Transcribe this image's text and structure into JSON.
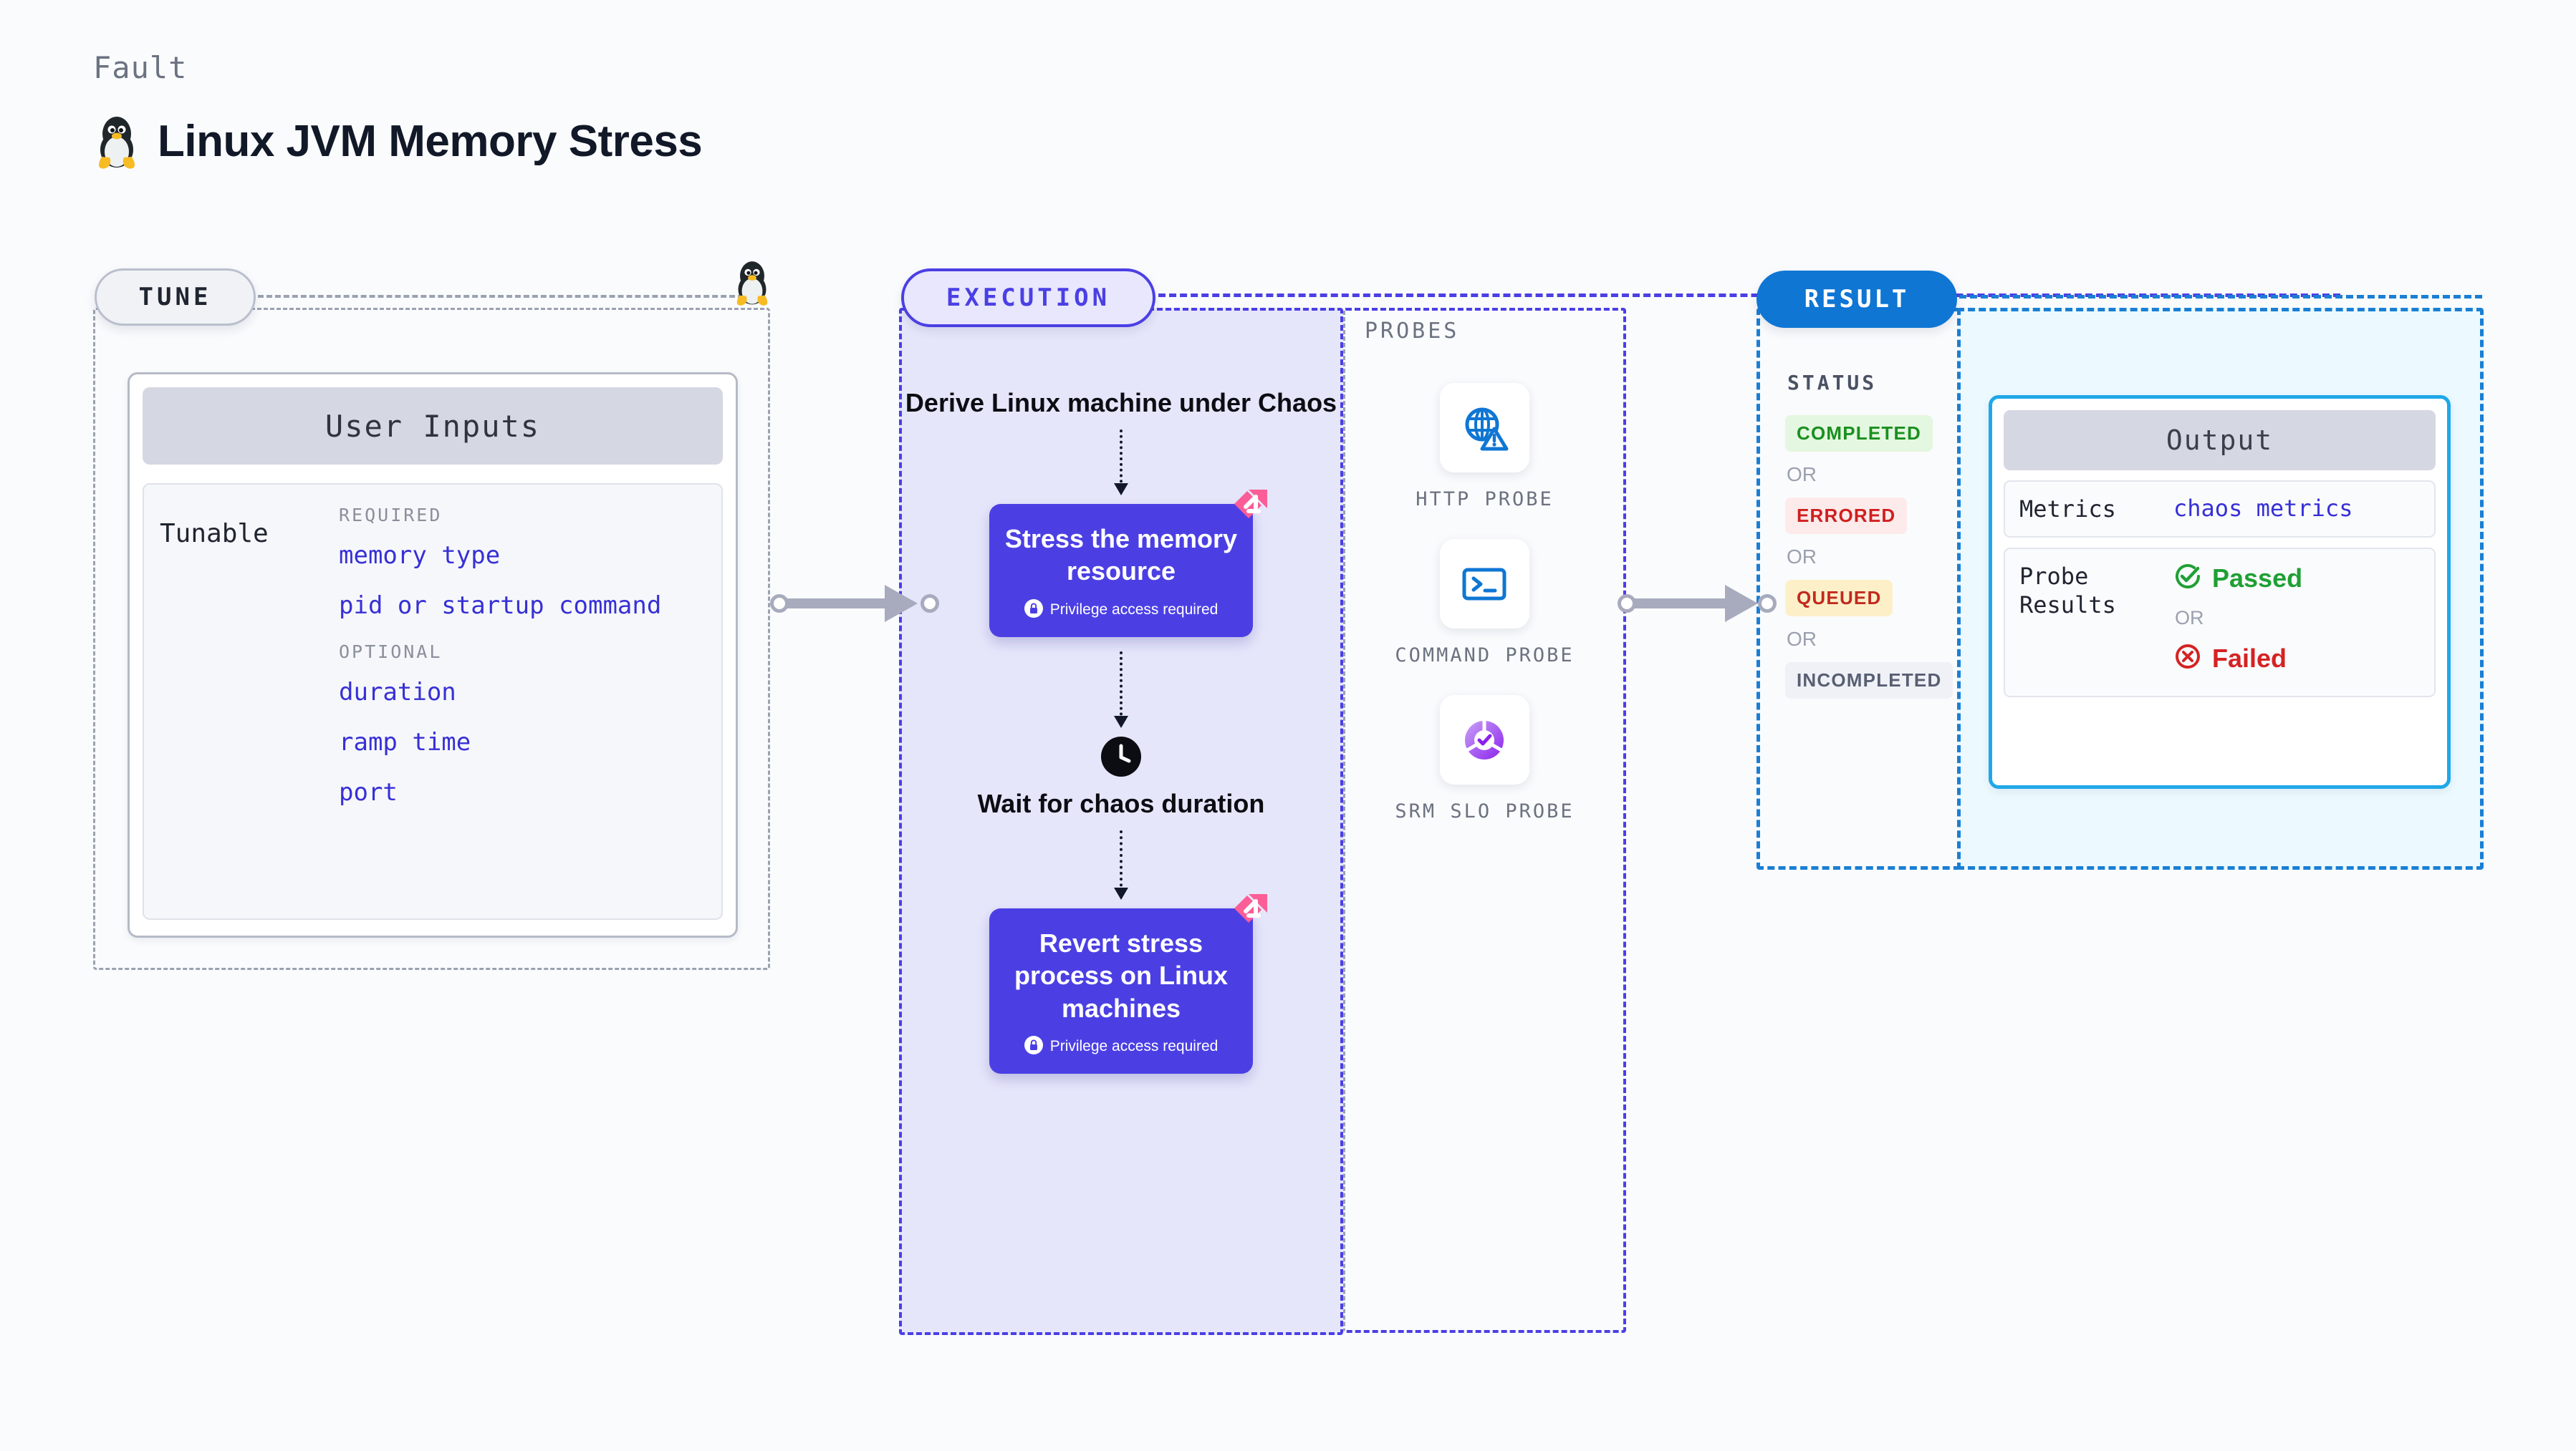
{
  "header": {
    "eyebrow": "Fault",
    "title": "Linux JVM Memory Stress",
    "icon": "linux-penguin-icon"
  },
  "tune": {
    "pill_label": "TUNE",
    "icon": "linux-penguin-icon",
    "card": {
      "title": "User Inputs",
      "row_label": "Tunable",
      "groups": [
        {
          "label": "REQUIRED",
          "items": [
            "memory type",
            "pid or startup command"
          ]
        },
        {
          "label": "OPTIONAL",
          "items": [
            "duration",
            "ramp time",
            "port"
          ]
        }
      ]
    }
  },
  "execution": {
    "pill_label": "EXECUTION",
    "steps": [
      {
        "type": "text",
        "label": "Derive Linux machine under Chaos"
      },
      {
        "type": "action",
        "label": "Stress the memory resource",
        "privilege_note": "Privilege access required",
        "badge_icon": "harness-corner-badge-icon",
        "lock_icon": "lock-icon"
      },
      {
        "type": "wait",
        "label": "Wait for chaos duration",
        "icon": "clock-icon"
      },
      {
        "type": "action",
        "label": "Revert stress process on Linux machines",
        "privilege_note": "Privilege access required",
        "badge_icon": "harness-corner-badge-icon",
        "lock_icon": "lock-icon"
      }
    ]
  },
  "probes": {
    "section_label": "PROBES",
    "items": [
      {
        "name": "HTTP PROBE",
        "icon": "globe-warning-icon"
      },
      {
        "name": "COMMAND PROBE",
        "icon": "terminal-prompt-icon"
      },
      {
        "name": "SRM SLO PROBE",
        "icon": "slo-donut-check-icon"
      }
    ]
  },
  "result": {
    "pill_label": "RESULT",
    "status_label": "STATUS",
    "or_label": "OR",
    "statuses": [
      {
        "label": "COMPLETED",
        "color": "#1a8f1f",
        "bg": "#e4f7e0"
      },
      {
        "label": "ERRORED",
        "color": "#cf1f1f",
        "bg": "#fdeaea"
      },
      {
        "label": "QUEUED",
        "color": "#c22a1e",
        "bg": "#fdf0c9"
      },
      {
        "label": "INCOMPLETED",
        "color": "#585f73",
        "bg": "#f0f1f6"
      }
    ]
  },
  "output": {
    "title": "Output",
    "rows": [
      {
        "key": "Metrics",
        "value": "chaos metrics"
      },
      {
        "key": "Probe Results",
        "pass": "Passed",
        "or": "OR",
        "fail": "Failed",
        "pass_icon": "check-circle-icon",
        "fail_icon": "x-circle-icon"
      }
    ]
  },
  "connectors": {
    "arrow_1": "tune-to-execution-arrow",
    "arrow_2": "probes-to-result-arrow"
  },
  "colors": {
    "tune_border": "#9aa2b1",
    "execution_accent": "#4b3fe4",
    "execution_fill": "#e6e6fb",
    "result_accent": "#1a7fd4",
    "output_fill": "#ecfaff",
    "output_card_border": "#1fa8e8",
    "badge_pink": "#fb5d96",
    "page_bg": "#fafbfd"
  }
}
